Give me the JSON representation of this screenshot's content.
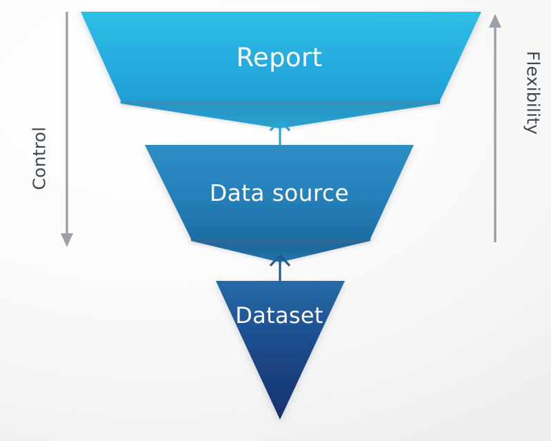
{
  "diagram": {
    "title_text_present": false,
    "background_color": "#f5f5f6",
    "axes": {
      "left": {
        "label": "Control",
        "direction": "down",
        "arrow_color": "#9aa0a6",
        "icon": "down-arrow-icon"
      },
      "right": {
        "label": "Flexibility",
        "direction": "up",
        "arrow_color": "#9aa0a6",
        "icon": "up-arrow-icon"
      }
    },
    "levels": [
      {
        "id": "report",
        "label": "Report",
        "shape": "inverted-trapezoid",
        "fill_top": "#29b6de",
        "fill_bottom": "#1ea6d6",
        "underside_color": "#1f8fbd",
        "text_color": "#ffffff"
      },
      {
        "id": "data-source",
        "label": "Data source",
        "shape": "inverted-trapezoid",
        "fill_top": "#2a84bd",
        "fill_bottom": "#1f6fa8",
        "underside_color": "#1b5d90",
        "text_color": "#ffffff"
      },
      {
        "id": "dataset",
        "label": "Dataset",
        "shape": "inverted-triangle",
        "fill_top": "#1f5f9e",
        "fill_bottom": "#16306e",
        "text_color": "#ffffff"
      }
    ],
    "connectors": [
      {
        "id": "dataset-to-data-source",
        "from": "dataset",
        "to": "data-source",
        "direction": "up",
        "color": "#1d5b93",
        "icon": "up-arrow-icon"
      },
      {
        "id": "data-source-to-report",
        "from": "data-source",
        "to": "report",
        "direction": "up",
        "color": "#2ba4d4",
        "icon": "up-arrow-icon"
      }
    ]
  }
}
